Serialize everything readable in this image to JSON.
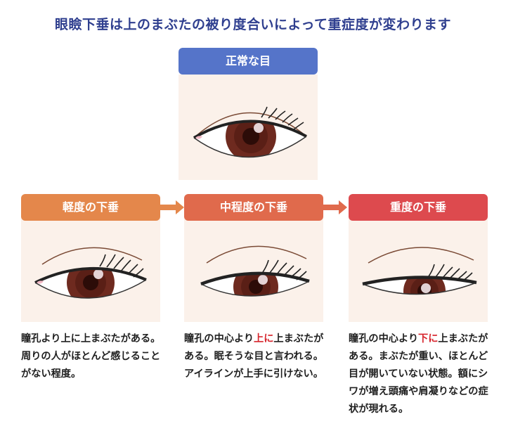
{
  "title": "眼瞼下垂は上のまぶたの被り度合いによって重症度が変わります",
  "normal": {
    "label": "正常な目",
    "color": "#5574c9"
  },
  "levels": [
    {
      "label": "軽度の下垂",
      "color": "#e4874b",
      "desc": "瞳孔より上に上まぶたがある。周りの人がほとんど感じることがない程度。"
    },
    {
      "label": "中程度の下垂",
      "color": "#e06a4c",
      "desc_pre": "瞳孔の中心より",
      "desc_hl": "上に",
      "desc_post": "上まぶたがある。眠そうな目と言われる。アイラインが上手に引けない。"
    },
    {
      "label": "重度の下垂",
      "color": "#dd4a4e",
      "desc_pre": "瞳孔の中心より",
      "desc_hl": "下に",
      "desc_post": "上まぶたがある。まぶたが重い、ほとんど目が開いていない状態。額にシワが増え頭痛や肩凝りなどの症状が現れる。"
    }
  ],
  "colors": {
    "highlight": "#d7262e",
    "arrow": "#e06a4c",
    "iris": "#6e2a1f"
  }
}
